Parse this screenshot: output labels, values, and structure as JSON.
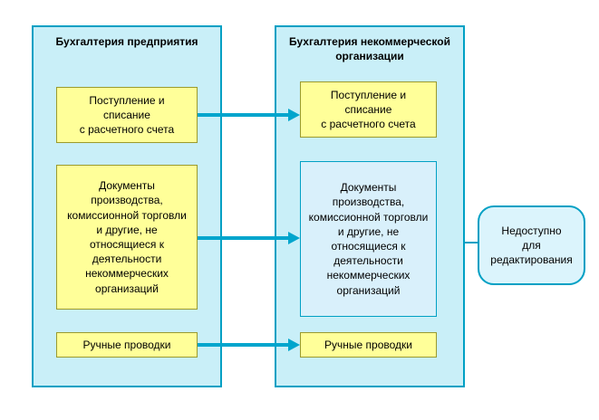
{
  "colors": {
    "panel_fill": "#c9eff8",
    "panel_border": "#00a0c4",
    "yellow_box_fill": "#ffff99",
    "yellow_box_border": "#9a9a2e",
    "disabled_box_fill": "#d9f0fb",
    "arrow": "#00a5cd",
    "callout_fill": "#dbf4fc"
  },
  "left_panel": {
    "title": "Бухгалтерия предприятия",
    "boxes": [
      {
        "label": "Поступление и\nсписание\nс расчетного счета"
      },
      {
        "label": "Документы\nпроизводства,\nкомиссионной торговли\nи другие, не\nотносящиеся к\nдеятельности\nнекоммерческих\nорганизаций"
      },
      {
        "label": "Ручные проводки"
      }
    ]
  },
  "right_panel": {
    "title": "Бухгалтерия некоммерческой\nорганизации",
    "boxes": [
      {
        "label": "Поступление и\nсписание\nс расчетного счета"
      },
      {
        "label": "Документы\nпроизводства,\nкомиссионной торговли\nи другие, не\nотносящиеся к\nдеятельности\nнекоммерческих\nорганизаций"
      },
      {
        "label": "Ручные проводки"
      }
    ]
  },
  "callout": {
    "label": "Недоступно\nдля\nредактирования"
  }
}
